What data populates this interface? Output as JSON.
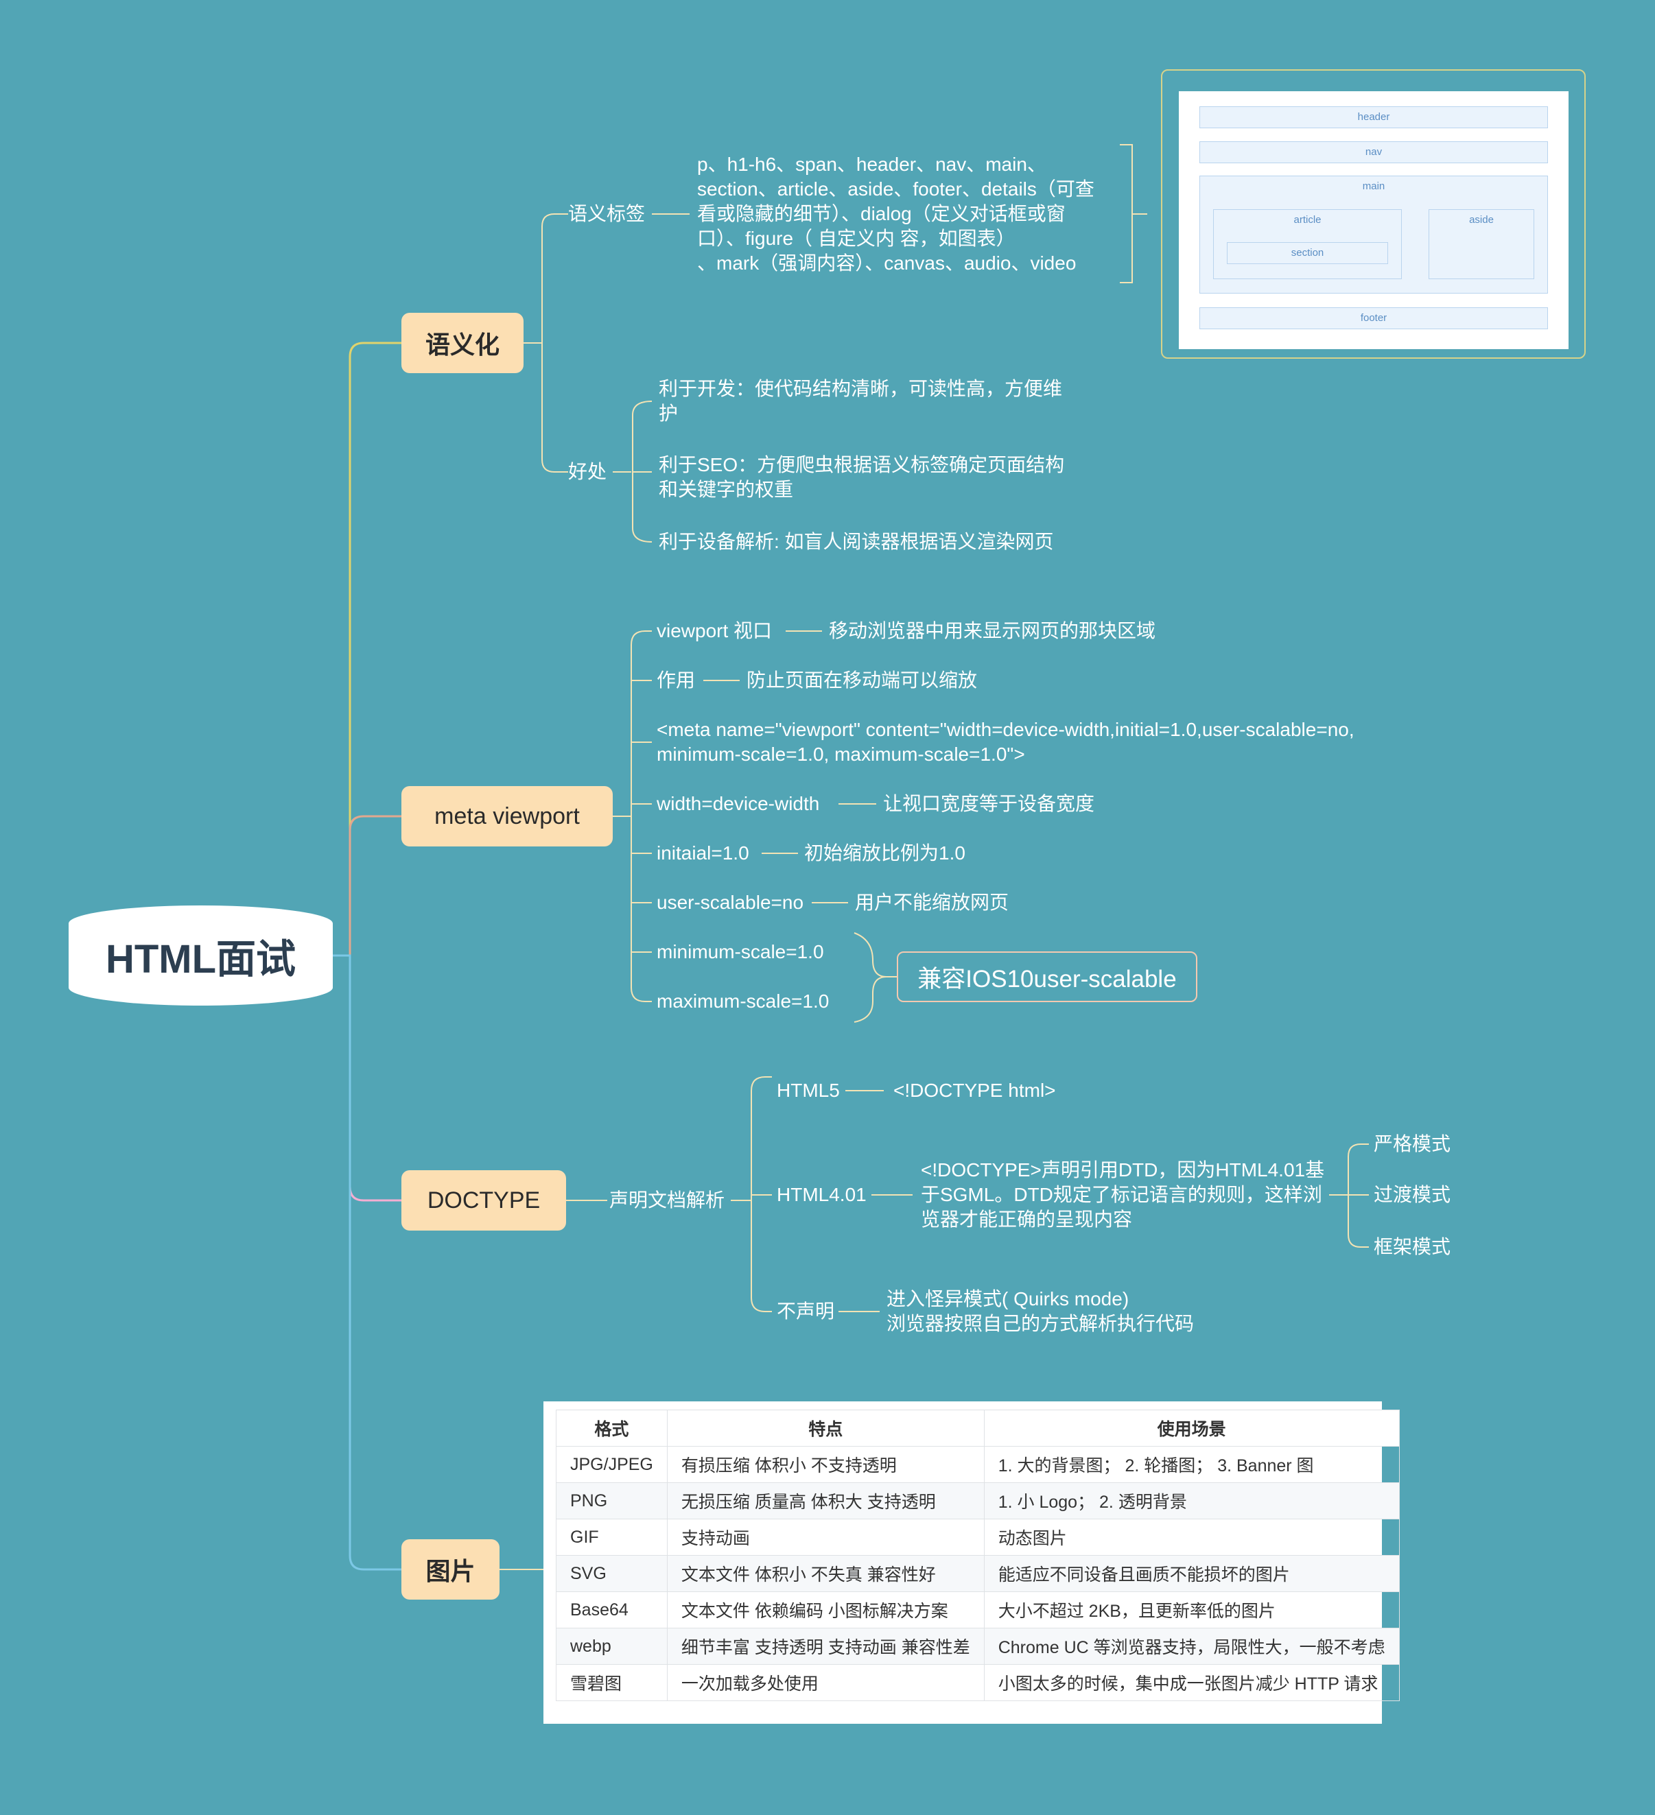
{
  "root": {
    "title": "HTML面试"
  },
  "semantic": {
    "label": "语义化",
    "tags_label": "语义标签",
    "tags_lines": [
      "p、h1-h6、span、header、nav、main、",
      "section、article、aside、footer、details（可查",
      "看或隐藏的细节）、dialog（定义对话框或窗",
      "口）、figure（ 自定义内 容，如图表）",
      "、mark（强调内容）、canvas、audio、video"
    ],
    "benefits_label": "好处",
    "benefits": [
      [
        "利于开发：使代码结构清晰，可读性高，方便维",
        "护"
      ],
      [
        "利于SEO：方便爬虫根据语义标签确定页面结构",
        "和关键字的权重"
      ],
      [
        "利于设备解析: 如盲人阅读器根据语义渲染网页"
      ]
    ],
    "layout_image": {
      "header": "header",
      "nav": "nav",
      "main": "main",
      "article": "article",
      "section": "section",
      "aside": "aside",
      "footer": "footer"
    }
  },
  "meta": {
    "label": "meta viewport",
    "items": [
      {
        "key": "viewport 视口",
        "value": "移动浏览器中用来显示网页的那块区域"
      },
      {
        "key": "作用",
        "value": "防止页面在移动端可以缩放"
      },
      {
        "key": "<meta name=\"viewport\" content=\"width=device-width,initial=1.0,user-scalable=no,",
        "key2": "minimum-scale=1.0, maximum-scale=1.0\">"
      },
      {
        "key": "width=device-width",
        "value": "让视口宽度等于设备宽度"
      },
      {
        "key": "initaial=1.0",
        "value": "初始缩放比例为1.0"
      },
      {
        "key": "user-scalable=no",
        "value": "用户不能缩放网页"
      },
      {
        "key": "minimum-scale=1.0"
      },
      {
        "key": "maximum-scale=1.0"
      }
    ],
    "compat": "兼容IOS10user-scalable"
  },
  "doctype": {
    "label": "DOCTYPE",
    "parse_label": "声明文档解析",
    "html5": {
      "key": "HTML5",
      "value": "<!DOCTYPE html>"
    },
    "html401": {
      "key": "HTML4.01",
      "desc": [
        "<!DOCTYPE>声明引用DTD，因为HTML4.01基",
        "于SGML。DTD规定了标记语言的规则，这样浏",
        "览器才能正确的呈现内容"
      ],
      "modes": [
        "严格模式",
        "过渡模式",
        "框架模式"
      ]
    },
    "none": {
      "key": "不声明",
      "desc": [
        "进入怪异模式( Quirks  mode)",
        "浏览器按照自己的方式解析执行代码"
      ]
    }
  },
  "images": {
    "label": "图片",
    "table": {
      "headers": [
        "格式",
        "特点",
        "使用场景"
      ],
      "rows": [
        [
          "JPG/JPEG",
          "有损压缩 体积小 不支持透明",
          "1. 大的背景图；  2. 轮播图；  3. Banner 图"
        ],
        [
          "PNG",
          "无损压缩 质量高 体积大 支持透明",
          "1. 小 Logo；  2. 透明背景"
        ],
        [
          "GIF",
          "支持动画",
          "动态图片"
        ],
        [
          "SVG",
          "文本文件 体积小 不失真 兼容性好",
          "能适应不同设备且画质不能损坏的图片"
        ],
        [
          "Base64",
          "文本文件 依赖编码 小图标解决方案",
          "大小不超过 2KB，且更新率低的图片"
        ],
        [
          "webp",
          "细节丰富 支持透明 支持动画 兼容性差",
          "Chrome UC 等浏览器支持，局限性大，一般不考虑"
        ],
        [
          "雪碧图",
          "一次加载多处使用",
          "小图太多的时候，集中成一张图片减少 HTTP 请求"
        ]
      ]
    }
  },
  "colors": {
    "background": "#52a5b5",
    "node_fill": "#fcdfb3",
    "branch_semantic": "#e0d36c",
    "branch_meta": "#e2a88e",
    "branch_doctype": "#f5aed2",
    "branch_images": "#7cc8e6",
    "connector": "#f3e3b4"
  }
}
